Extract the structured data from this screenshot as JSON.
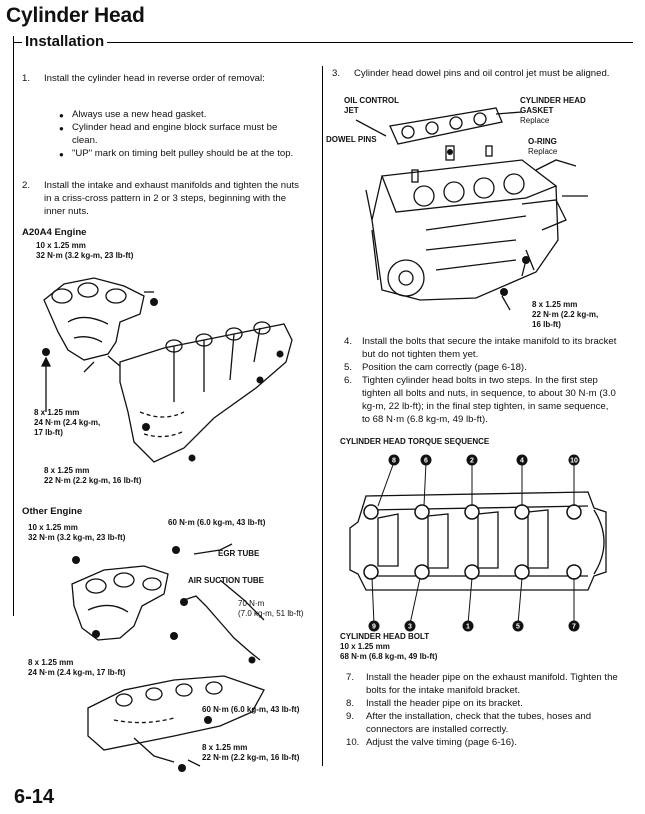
{
  "header": {
    "title": "Cylinder Head",
    "section": "Installation",
    "page_number": "6-14"
  },
  "left": {
    "step1": {
      "num": "1.",
      "text": "Install the cylinder head in reverse order of removal:",
      "bullets": [
        "Always use a new head gasket.",
        "Cylinder head and engine block surface must be clean.",
        "\"UP\" mark on timing belt pulley should be at the top."
      ]
    },
    "step2": {
      "num": "2.",
      "text": "Install the intake and exhaust manifolds and tighten the nuts in a criss-cross pattern in 2 or 3 steps, beginning with the inner nuts."
    },
    "a20a4": {
      "heading": "A20A4 Engine",
      "spec_top": [
        "10 x 1.25 mm",
        "32 N·m (3.2 kg-m, 23 lb-ft)"
      ],
      "spec_left": [
        "8 x 1.25 mm",
        "24 N·m (2.4 kg-m,",
        "17 lb-ft)"
      ],
      "spec_bottom": [
        "8 x 1.25 mm",
        "22 N·m (2.2 kg-m, 16 lb-ft)"
      ]
    },
    "other": {
      "heading": "Other Engine",
      "spec_top_left": [
        "10 x 1.25 mm",
        "32 N·m (3.2 kg-m, 23 lb-ft)"
      ],
      "spec_top_right": "60 N·m (6.0 kg-m, 43 lb-ft)",
      "egr": "EGR TUBE",
      "air": "AIR SUCTION TUBE",
      "spec_70": [
        "70 N·m",
        "(7.0 kg-m, 51 lb-ft)"
      ],
      "spec_left": [
        "8 x 1.25 mm",
        "24 N·m (2.4 kg-m, 17 lb-ft)"
      ],
      "spec_60b": "60 N·m (6.0 kg-m, 43 lb-ft)",
      "spec_bottom": [
        "8 x 1.25 mm",
        "22 N·m (2.2 kg-m, 16 lb-ft)"
      ]
    }
  },
  "right": {
    "step3": {
      "num": "3.",
      "text": "Cylinder head dowel pins and oil control jet must be aligned."
    },
    "engine_labels": {
      "oil_control": [
        "OIL CONTROL",
        "JET"
      ],
      "gasket": [
        "CYLINDER HEAD",
        "GASKET"
      ],
      "gasket_sub": "Replace",
      "dowel": "DOWEL PINS",
      "oring": "O-RING",
      "oring_sub": "Replace",
      "bolt_spec": [
        "8 x 1.25 mm",
        "22 N·m (2.2 kg-m,",
        "16 lb-ft)"
      ]
    },
    "steps_4_6": [
      {
        "num": "4.",
        "text": "Install the bolts that secure the intake manifold to its bracket but do not tighten them yet."
      },
      {
        "num": "5.",
        "text": "Position the cam correctly (page 6-18)."
      },
      {
        "num": "6.",
        "text": "Tighten cylinder head bolts in two steps. In the first step tighten all bolts and nuts, in sequence, to about 30 N·m (3.0 kg-m, 22 lb-ft); in the final step tighten, in same sequence, to 68 N·m (6.8 kg-m, 49 lb-ft)."
      }
    ],
    "torque_heading": "CYLINDER HEAD TORQUE SEQUENCE",
    "sequence_top": [
      "8",
      "6",
      "2",
      "4",
      "10"
    ],
    "sequence_bottom": [
      "9",
      "3",
      "1",
      "5",
      "7"
    ],
    "bolt_label": [
      "CYLINDER HEAD BOLT",
      "10 x 1.25 mm",
      "68 N·m (6.8 kg-m, 49 lb-ft)"
    ],
    "steps_7_10": [
      {
        "num": "7.",
        "text": "Install the header pipe on the exhaust manifold. Tighten the bolts for the intake manifold bracket."
      },
      {
        "num": "8.",
        "text": "Install the header pipe on its bracket."
      },
      {
        "num": "9.",
        "text": "After the installation, check that the tubes, hoses and connectors are installed correctly."
      },
      {
        "num": "10.",
        "text": "Adjust the valve timing (page 6-16)."
      }
    ]
  }
}
